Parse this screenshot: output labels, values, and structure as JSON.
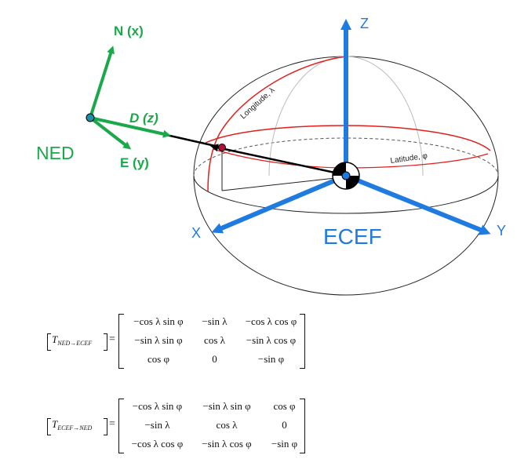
{
  "labels": {
    "ned": "NED",
    "north": "N (x)",
    "east": "E (y)",
    "down": "D (z)",
    "z_axis": "Z",
    "x_axis": "X",
    "y_axis": "Y",
    "ecef": "ECEF",
    "longitude": "Longitude, λ",
    "latitude": "Latitude, φ"
  },
  "colors": {
    "green": "#1aa84a",
    "blue": "#1f7be0",
    "red": "#e0201e",
    "black": "#000000",
    "gray": "#bdbdbd"
  },
  "matrix1": {
    "lhs_main": "T",
    "lhs_sub": "NED→ECEF",
    "rows": [
      [
        "−cos λ sin φ",
        "−sin λ",
        "−cos λ cos φ"
      ],
      [
        "−sin λ sin φ",
        "cos λ",
        "−sin λ cos φ"
      ],
      [
        "cos φ",
        "0",
        "−sin φ"
      ]
    ]
  },
  "matrix2": {
    "lhs_main": "T",
    "lhs_sub": "ECEF→NED",
    "rows": [
      [
        "−cos λ sin φ",
        "−sin λ sin φ",
        "cos φ"
      ],
      [
        "−sin λ",
        "cos λ",
        "0"
      ],
      [
        "−cos λ cos φ",
        "−sin λ cos φ",
        "−sin φ"
      ]
    ]
  }
}
